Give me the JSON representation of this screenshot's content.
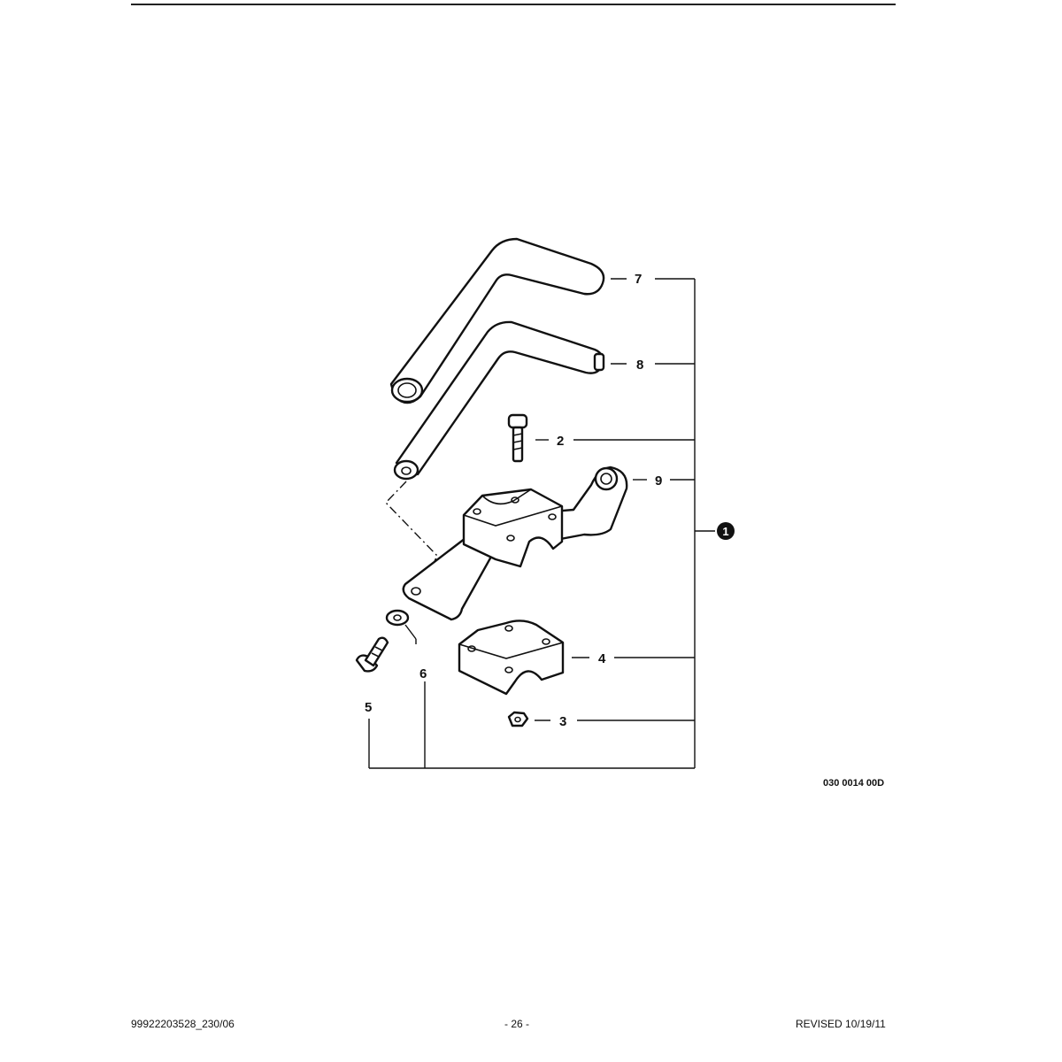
{
  "drawing_code": "030 0014 00D",
  "callouts": {
    "c1": "1",
    "c2": "2",
    "c3": "3",
    "c4": "4",
    "c5": "5",
    "c6": "6",
    "c7": "7",
    "c8": "8",
    "c9": "9"
  },
  "footer": {
    "left": "99922203528_230/06",
    "center": "- 26 -",
    "right": "REVISED 10/19/11"
  }
}
